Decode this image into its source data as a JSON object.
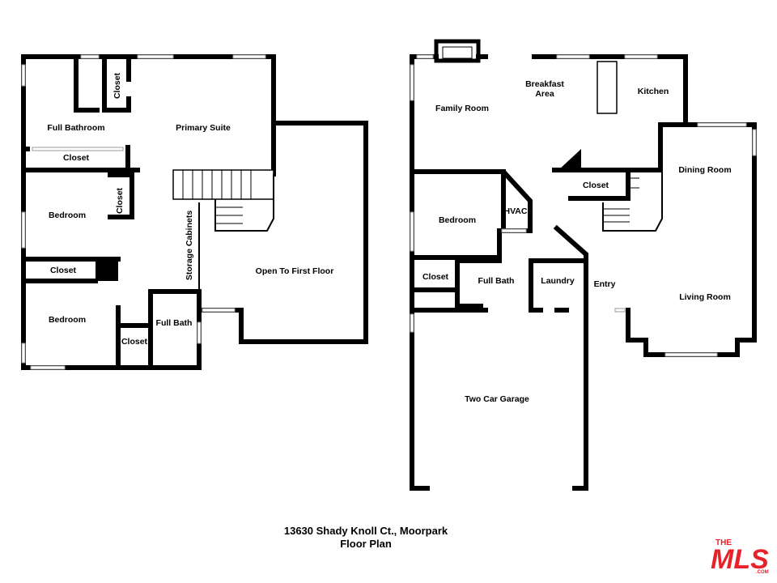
{
  "caption": {
    "line1": "13630 Shady Knoll Ct., Moorpark",
    "line2": "Floor Plan"
  },
  "upper_floor": {
    "rooms": [
      "Full Bathroom",
      "Closet",
      "Primary Suite",
      "Closet",
      "Closet",
      "Bedroom",
      "Closet",
      "Storage Cabinets",
      "Open To First Floor",
      "Bedroom",
      "Closet",
      "Full Bath"
    ]
  },
  "lower_floor": {
    "rooms": [
      "Family Room",
      "Breakfast",
      "Area",
      "Kitchen",
      "Closet",
      "Dining Room",
      "Bedroom",
      "HVAC",
      "Closet",
      "Full Bath",
      "Laundry",
      "Entry",
      "Living Room",
      "Two Car Garage"
    ]
  },
  "logo": {
    "text": "MLS",
    "small_top": "THE",
    "small_bottom": ".COM",
    "color": "#e8222a"
  }
}
